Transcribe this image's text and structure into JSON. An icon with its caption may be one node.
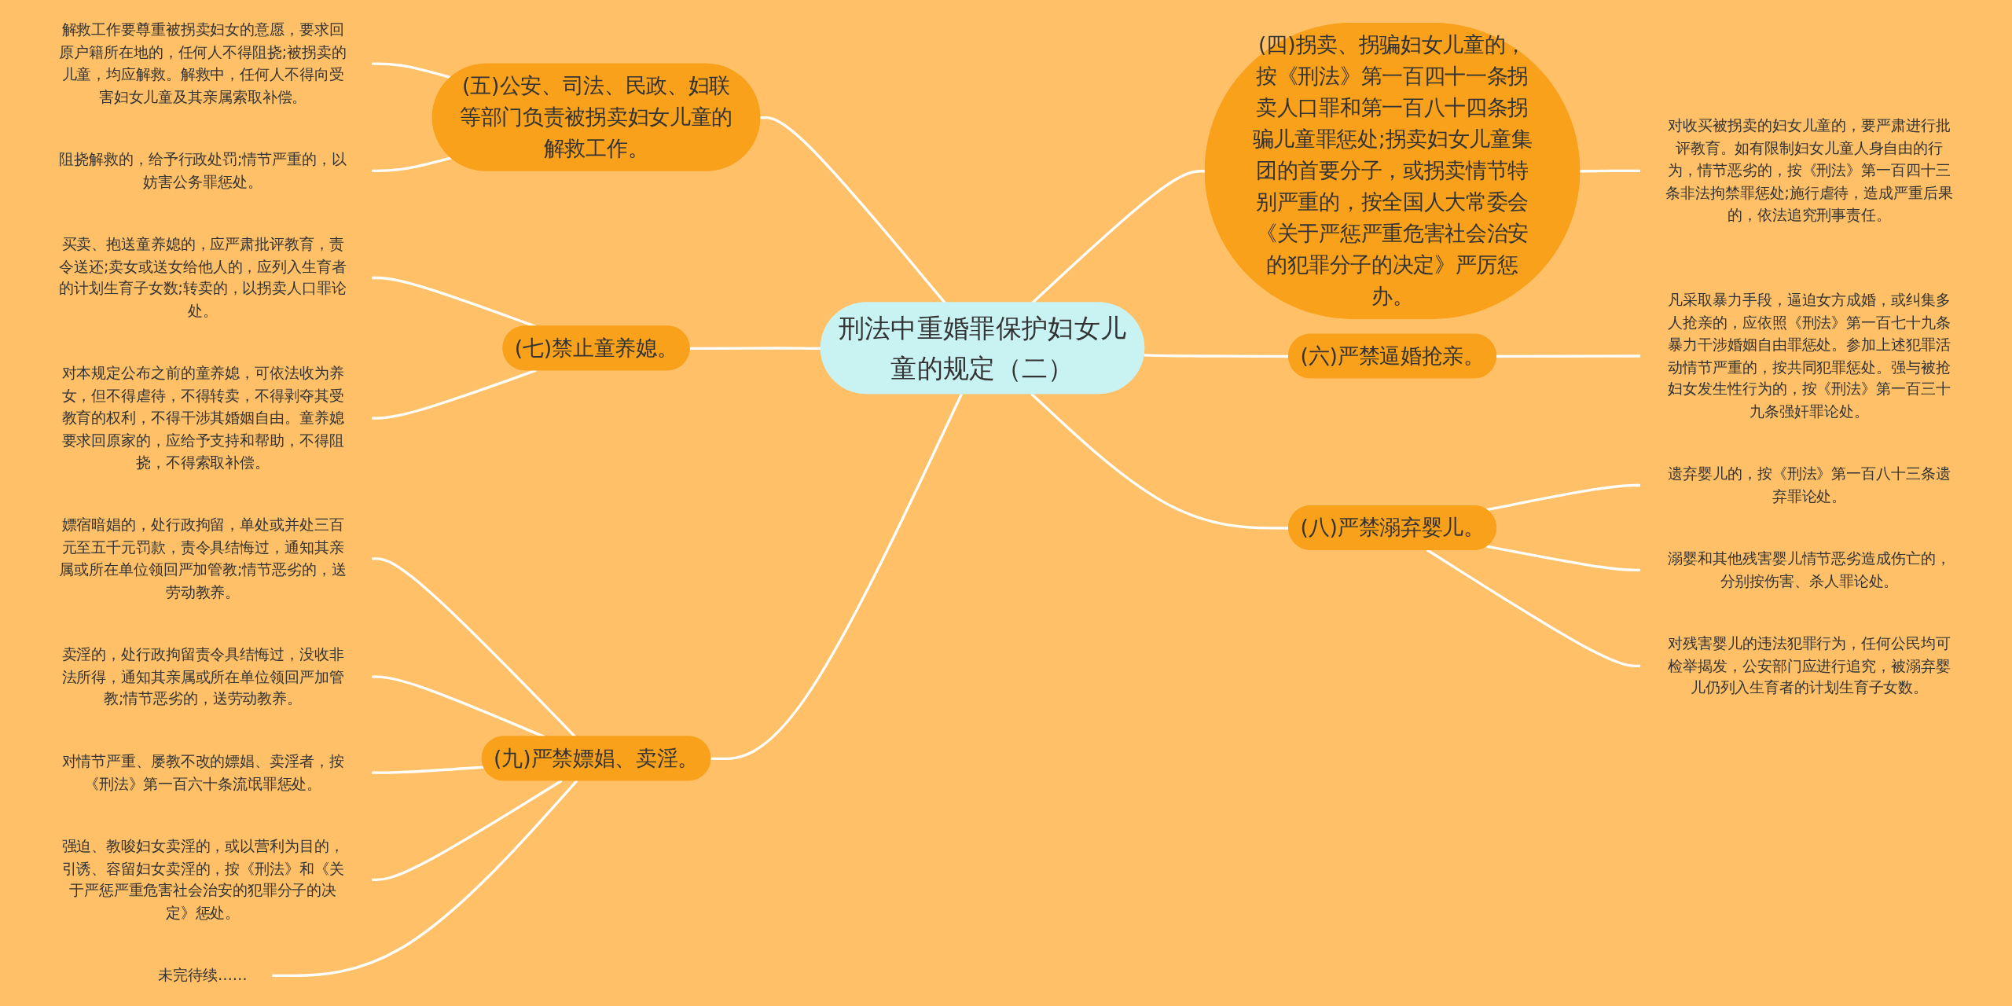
{
  "diagram": {
    "nodes": [
      {
        "text": [
          "刑法中重婚罪保护妇女儿童的规定（二）"
        ]
      },
      {
        "text": [
          "(五)公安、司法、民政、妇联等部门负责被拐卖妇女儿童的解救工作。"
        ]
      },
      {
        "text": [
          "解救工作要尊重被拐卖妇女的意愿，要求回原户籍所在地的，任何人不得阻挠;被拐卖的儿童，均应解救。解救中，任何人不得向受害妇女儿童及其亲属索取补偿。"
        ]
      },
      {
        "text": [
          "阻挠解救的，给予行政处罚;情节严重的，以妨害公务罪惩处。"
        ]
      },
      {
        "text": [
          "(七)禁止童养媳。"
        ]
      },
      {
        "text": [
          "买卖、抱送童养媳的，应严肃批评教育，责令送还;卖女或送女给他人的，应列入生育者的计划生育子女数;转卖的，以拐卖人口罪论处。"
        ]
      },
      {
        "text": [
          "对本规定公布之前的童养媳，可依法收为养女，但不得虐待，不得转卖，不得剥夺其受教育的权利，不得干涉其婚姻自由。童养媳要求回原家的，应给予支持和帮助，不得阻挠，不得索取补偿。"
        ]
      },
      {
        "text": [
          "(九)严禁嫖娼、卖淫。"
        ]
      },
      {
        "text": [
          "嫖宿暗娼的，处行政拘留，单处或并处三百元至五千元罚款，责令具结悔过，通知其亲属或所在单位领回严加管教;情节恶劣的，送劳动教养。"
        ]
      },
      {
        "text": [
          "卖淫的，处行政拘留责令具结悔过，没收非法所得，通知其亲属或所在单位领回严加管教;情节恶劣的，送劳动教养。"
        ]
      },
      {
        "text": [
          "对情节严重、屡教不改的嫖娼、卖淫者，按《刑法》第一百六十条流氓罪惩处。"
        ]
      },
      {
        "text": [
          "强迫、教唆妇女卖淫的，或以营利为目的，引诱、容留妇女卖淫的，按《刑法》和《关于严惩严重危害社会治安的犯罪分子的决定》惩处。"
        ]
      },
      {
        "text": [
          "未完待续……"
        ]
      },
      {
        "text": [
          "(四)拐卖、拐骗妇女儿童的，按《刑法》第一百四十一条拐卖人口罪和第一百八十四条拐骗儿童罪惩处;拐卖妇女儿童集团的首要分子，或拐卖情节特别严重的，按全国人大常委会《关于严惩严重危害社会治安的犯罪分子的决定》严厉惩办。"
        ]
      },
      {
        "text": [
          "对收买被拐卖的妇女儿童的，要严肃进行批评教育。如有限制妇女儿童人身自由的行为，情节恶劣的，按《刑法》第一百四十三条非法拘禁罪惩处;施行虐待，造成严重后果的，依法追究刑事责任。"
        ]
      },
      {
        "text": [
          "(六)严禁逼婚抢亲。"
        ]
      },
      {
        "text": [
          "凡采取暴力手段，逼迫女方成婚，或纠集多人抢亲的，应依照《刑法》第一百七十九条暴力干涉婚姻自由罪惩处。参加上述犯罪活动情节严重的，按共同犯罪惩处。强与被抢妇女发生性行为的，按《刑法》第一百三十九条强奸罪论处。"
        ]
      },
      {
        "text": [
          "(八)严禁溺弃婴儿。"
        ]
      },
      {
        "text": [
          "遗弃婴儿的，按《刑法》第一百八十三条遗弃罪论处。"
        ]
      },
      {
        "text": [
          "溺婴和其他残害婴儿情节恶劣造成伤亡的，分别按伤害、杀人罪论处。"
        ]
      },
      {
        "text": [
          "对残害婴儿的违法犯罪行为，任何公民均可检举揭发，公安部门应进行追究，被溺弃婴儿仍列入生育者的计划生育子女数。"
        ]
      }
    ],
    "edges": [
      {
        "from": 2,
        "to": 1,
        "arrow": "none"
      },
      {
        "from": 3,
        "to": 1,
        "arrow": "none"
      },
      {
        "from": 1,
        "to": 0,
        "arrow": "none"
      },
      {
        "from": 5,
        "to": 4,
        "arrow": "none"
      },
      {
        "from": 6,
        "to": 4,
        "arrow": "none"
      },
      {
        "from": 4,
        "to": 0,
        "arrow": "none"
      },
      {
        "from": 8,
        "to": 7,
        "arrow": "none"
      },
      {
        "from": 9,
        "to": 7,
        "arrow": "none"
      },
      {
        "from": 10,
        "to": 7,
        "arrow": "none"
      },
      {
        "from": 11,
        "to": 7,
        "arrow": "none"
      },
      {
        "from": 12,
        "to": 7,
        "arrow": "none"
      },
      {
        "from": 7,
        "to": 0,
        "arrow": "none"
      },
      {
        "from": 0,
        "to": 13,
        "arrow": "none"
      },
      {
        "from": 13,
        "to": 14,
        "arrow": "none"
      },
      {
        "from": 0,
        "to": 15,
        "arrow": "none"
      },
      {
        "from": 15,
        "to": 16,
        "arrow": "none"
      },
      {
        "from": 0,
        "to": 17,
        "arrow": "none"
      },
      {
        "from": 17,
        "to": 18,
        "arrow": "none"
      },
      {
        "from": 17,
        "to": 19,
        "arrow": "none"
      },
      {
        "from": 17,
        "to": 20,
        "arrow": "none"
      }
    ]
  }
}
